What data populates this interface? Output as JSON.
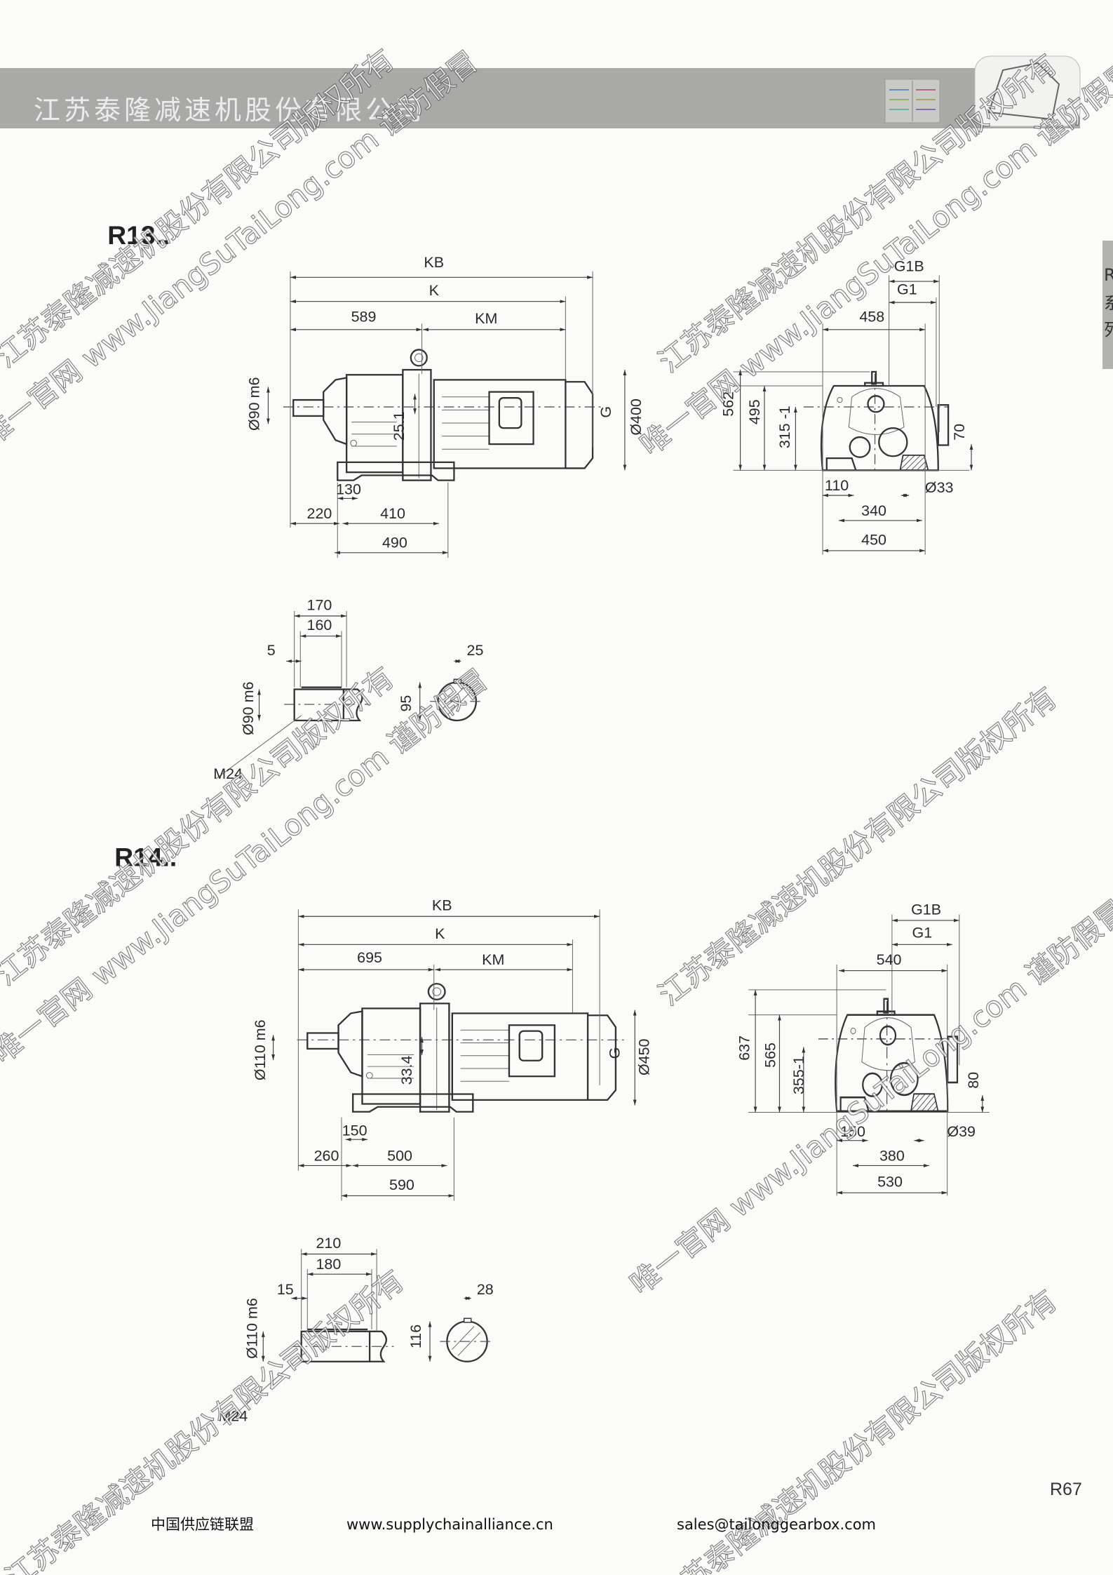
{
  "header": {
    "company": "江苏泰隆减速机股份有限公司"
  },
  "side_tab": {
    "chars": [
      "R",
      "系",
      "列"
    ]
  },
  "r13": {
    "title": "R13..",
    "side": {
      "kb": "KB",
      "k": "K",
      "d589": "589",
      "km": "KM",
      "dia": "Ø90 m6",
      "ecc": "25.1",
      "g": "G",
      "motor_dia": "Ø400",
      "d130": "130",
      "d220": "220",
      "d410": "410",
      "d490": "490"
    },
    "end": {
      "g1b": "G1B",
      "g1": "G1",
      "d458": "458",
      "d562": "562",
      "d495": "495",
      "d315": "315 -1",
      "d70": "70",
      "d110": "110",
      "hole": "Ø33",
      "d340": "340",
      "d450": "450"
    },
    "shaft": {
      "d170": "170",
      "d160": "160",
      "d5": "5",
      "dia": "Ø90 m6",
      "thread": "M24",
      "d95": "95",
      "d25": "25"
    }
  },
  "r14": {
    "title": "R14..",
    "side": {
      "kb": "KB",
      "k": "K",
      "d695": "695",
      "km": "KM",
      "dia": "Ø110 m6",
      "ecc": "33.4",
      "g": "G",
      "motor_dia": "Ø450",
      "d150": "150",
      "d260": "260",
      "d500": "500",
      "d590": "590"
    },
    "end": {
      "g1b": "G1B",
      "g1": "G1",
      "d540": "540",
      "d637": "637",
      "d565": "565",
      "d355": "355-1",
      "d80": "80",
      "d150": "150",
      "hole": "Ø39",
      "d380": "380",
      "d530": "530"
    },
    "shaft": {
      "d210": "210",
      "d180": "180",
      "d15": "15",
      "dia": "Ø110 m6",
      "thread": "M24",
      "d116": "116",
      "d28": "28"
    }
  },
  "page_number": "R67",
  "footer": {
    "alliance": "中国供应链联盟",
    "website": "www.supplychainalliance.cn",
    "email": "sales@tailonggearbox.com"
  },
  "watermarks": [
    "江苏泰隆减速机股份有限公司版权所有",
    "唯一官网 www.JiangSuTaiLong.com 谨防假冒"
  ],
  "colors": {
    "header_band": "#a9a9a7",
    "paper": "#fbfbf9",
    "ink": "#2a2a2a"
  }
}
